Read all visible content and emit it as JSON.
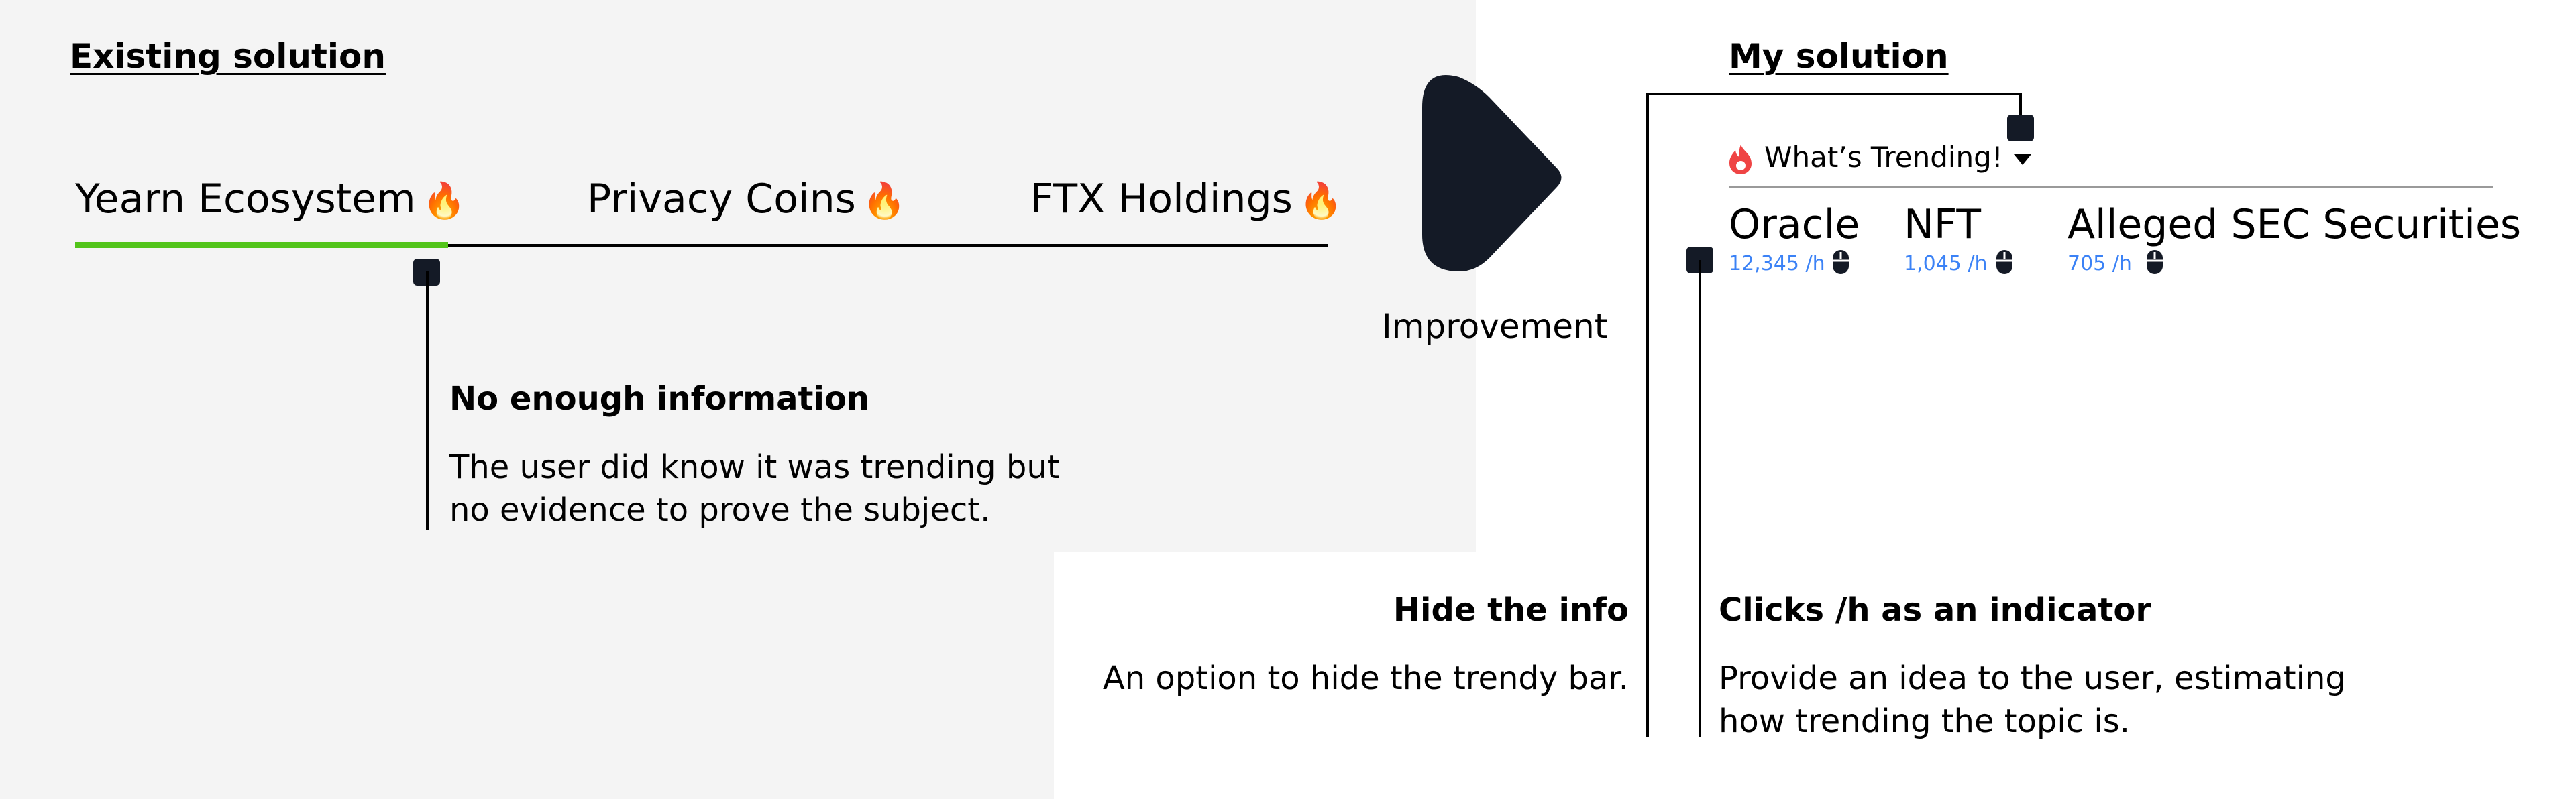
{
  "existing": {
    "heading": "Existing solution",
    "tabs": [
      {
        "label": "Yearn Ecosystem",
        "icon": "fire-icon"
      },
      {
        "label": "Privacy Coins",
        "icon": "fire-icon"
      },
      {
        "label": "FTX Holdings",
        "icon": "fire-icon"
      }
    ],
    "active_tab_color": "#52c41a",
    "callout": {
      "title": "No enough information",
      "body_line1": "The user did know it was trending but",
      "body_line2": "no evidence to prove the subject."
    }
  },
  "improvement": {
    "label": "Improvement",
    "arrow_color": "#141a26"
  },
  "mine": {
    "heading": "My solution",
    "trending_label": "What’s Trending!",
    "trending_icon_color": "#ef4444",
    "topics": [
      {
        "name": "Oracle",
        "count": "12,345 /h"
      },
      {
        "name": "NFT",
        "count": "1,045 /h"
      },
      {
        "name": "Alleged SEC Securities",
        "count": "705 /h"
      }
    ],
    "count_color": "#3b82f6",
    "callout_hide": {
      "title": "Hide the info",
      "body": "An option to hide the trendy bar."
    },
    "callout_clicks": {
      "title": "Clicks /h as an indicator",
      "body_line1": "Provide an idea to the user, estimating",
      "body_line2": "how trending the topic is."
    }
  }
}
